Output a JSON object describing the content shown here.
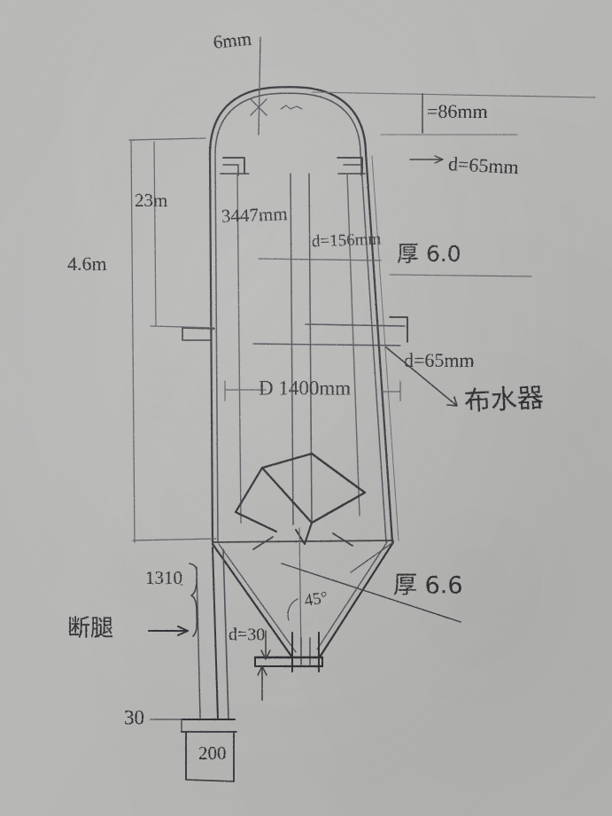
{
  "document": {
    "kind": "hand-drawn-engineering-sketch",
    "subject": "vertical cylindrical tank with domed head and conical bottom",
    "medium": "pencil on gray paper"
  },
  "colors": {
    "paper": "#b9b9b7",
    "pencil": "#3a3a3c",
    "pencil_light": "#6a6a6c",
    "pencil_dark": "#232325"
  },
  "annotations": {
    "top_thickness": "6mm",
    "head_height": "=86mm",
    "top_nozzle": "d=65mm",
    "height_total": "23m",
    "height_overall": "4.6m",
    "inner_pipe_length": "3447mm",
    "inner_pipe_dia": "d=156mm",
    "shell_thickness": "厚 6.0",
    "mid_nozzle": "d=65mm",
    "distributor": "布水器",
    "vessel_dia": "D 1400mm",
    "cone_angle": "45°",
    "cone_thickness": "厚 6.6",
    "leg_height": "1310",
    "support_label": "断腿",
    "outlet_dia": "d=30",
    "base_plate_thickness": "30",
    "base_plate_width": "200"
  },
  "parts": [
    {
      "id": "dome-head",
      "label": "domed top head"
    },
    {
      "id": "shell",
      "label": "cylindrical shell"
    },
    {
      "id": "cone-bottom",
      "label": "conical bottom"
    },
    {
      "id": "top-nozzle-left",
      "label": "left top nozzle"
    },
    {
      "id": "top-nozzle-right",
      "label": "right top nozzle"
    },
    {
      "id": "side-nozzle-left",
      "label": "left side nozzle"
    },
    {
      "id": "side-nozzle-right",
      "label": "right side nozzle"
    },
    {
      "id": "internal-pipe",
      "label": "internal downcomer pipe"
    },
    {
      "id": "deflector",
      "label": "cone deflector / distributor"
    },
    {
      "id": "support-leg",
      "label": "support leg"
    },
    {
      "id": "base-plate",
      "label": "base plate"
    },
    {
      "id": "bottom-outlet",
      "label": "bottom outlet nozzle"
    }
  ]
}
